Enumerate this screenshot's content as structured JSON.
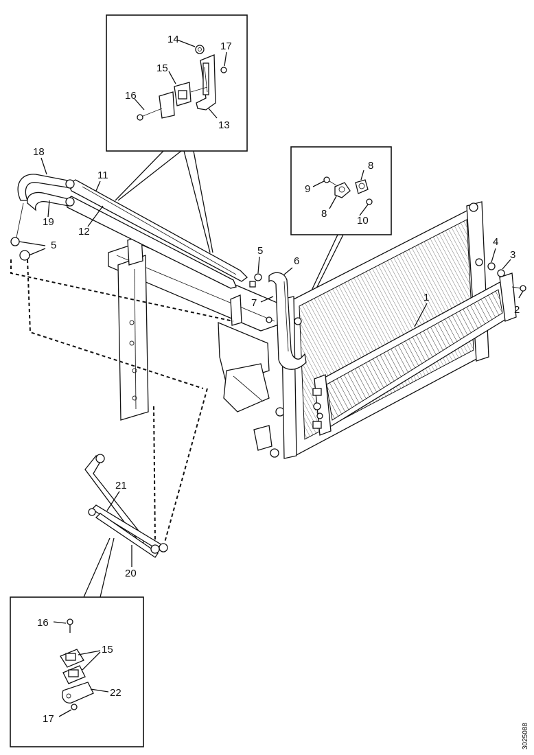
{
  "callouts": [
    "1",
    "2",
    "3",
    "4",
    "5",
    "5",
    "6",
    "7",
    "8",
    "8",
    "9",
    "10",
    "11",
    "12",
    "13",
    "14",
    "15",
    "15",
    "16",
    "16",
    "17",
    "17",
    "18",
    "19",
    "20",
    "21",
    "22"
  ],
  "reference": "3025088"
}
